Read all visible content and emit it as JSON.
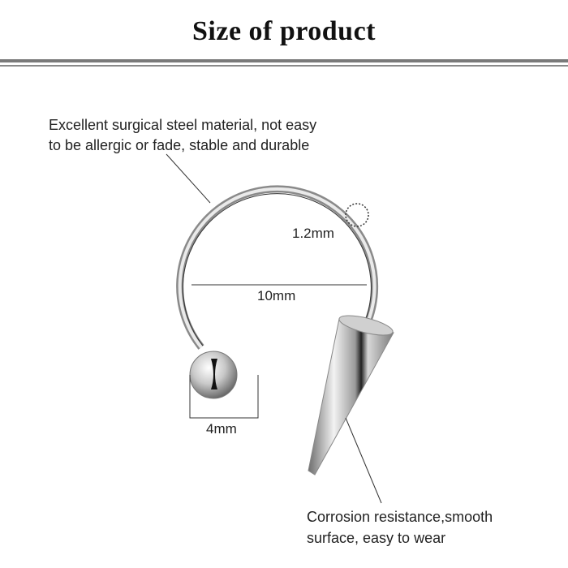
{
  "title": "Size of product",
  "callouts": {
    "material_line1": "Excellent surgical steel material, not easy",
    "material_line2": "to be allergic or fade, stable and durable",
    "corrosion_line1": "Corrosion resistance,smooth",
    "corrosion_line2": "surface, easy to wear"
  },
  "dimensions": {
    "wire": "1.2mm",
    "diameter": "10mm",
    "ball": "4mm"
  }
}
